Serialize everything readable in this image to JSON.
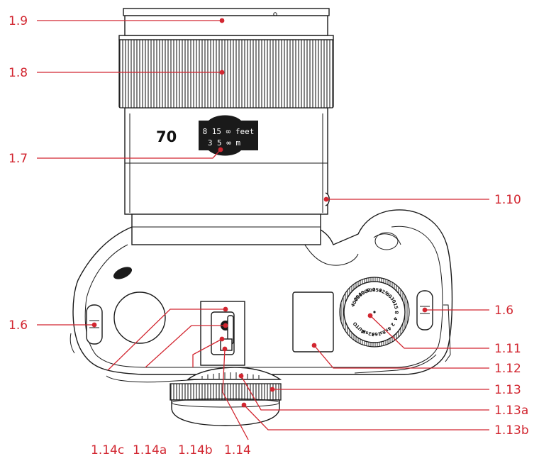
{
  "colors": {
    "callout": "#d22630",
    "outline": "#1a1a1a",
    "background": "#ffffff"
  },
  "lens": {
    "focal_length": "70",
    "scale_top": "8 15 ∞ feet",
    "scale_bottom": "3 5 ∞ m"
  },
  "dial_values": [
    "4000",
    "2000",
    "1000",
    "500",
    "250",
    "125",
    "60",
    "30",
    "15",
    "8",
    "4",
    "2",
    "4s",
    "8s",
    "16s",
    "32s",
    "B",
    "AUTO"
  ],
  "callouts": {
    "c1_9": "1.9",
    "c1_8": "1.8",
    "c1_7": "1.7",
    "c1_10": "1.10",
    "c1_6_left": "1.6",
    "c1_6_right": "1.6",
    "c1_11": "1.11",
    "c1_12": "1.12",
    "c1_13": "1.13",
    "c1_13a": "1.13a",
    "c1_13b": "1.13b",
    "c1_14c": "1.14c",
    "c1_14a": "1.14a",
    "c1_14b": "1.14b",
    "c1_14": "1.14"
  }
}
